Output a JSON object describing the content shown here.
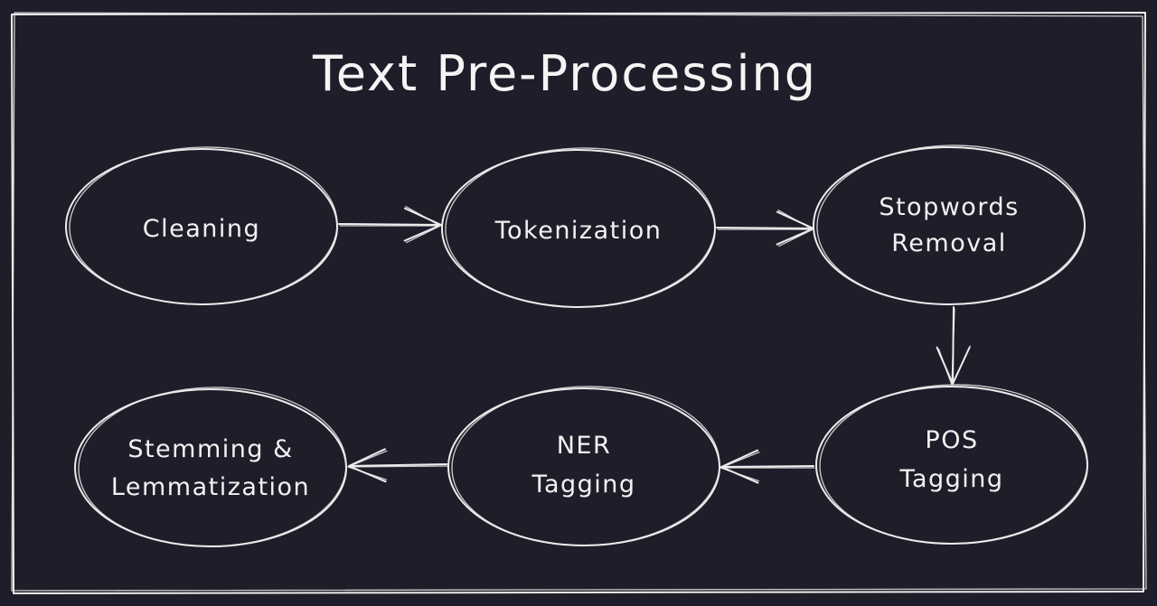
{
  "title": "Text Pre-Processing",
  "nodes": [
    {
      "id": "cleaning",
      "lines": [
        "Cleaning"
      ]
    },
    {
      "id": "tokenization",
      "lines": [
        "Tokenization"
      ]
    },
    {
      "id": "stopwords-removal",
      "lines": [
        "Stopwords",
        "Removal"
      ]
    },
    {
      "id": "pos-tagging",
      "lines": [
        "POS",
        "Tagging"
      ]
    },
    {
      "id": "ner-tagging",
      "lines": [
        "NER",
        "Tagging"
      ]
    },
    {
      "id": "stemming-lemmatization",
      "lines": [
        "Stemming &",
        "Lemmatization"
      ]
    }
  ],
  "edges": [
    {
      "from": "cleaning",
      "to": "tokenization"
    },
    {
      "from": "tokenization",
      "to": "stopwords-removal"
    },
    {
      "from": "stopwords-removal",
      "to": "pos-tagging"
    },
    {
      "from": "pos-tagging",
      "to": "ner-tagging"
    },
    {
      "from": "ner-tagging",
      "to": "stemming-lemmatization"
    }
  ],
  "colors": {
    "background": "#1e1e2a",
    "stroke": "#ececec",
    "text": "#f2f2f2"
  }
}
